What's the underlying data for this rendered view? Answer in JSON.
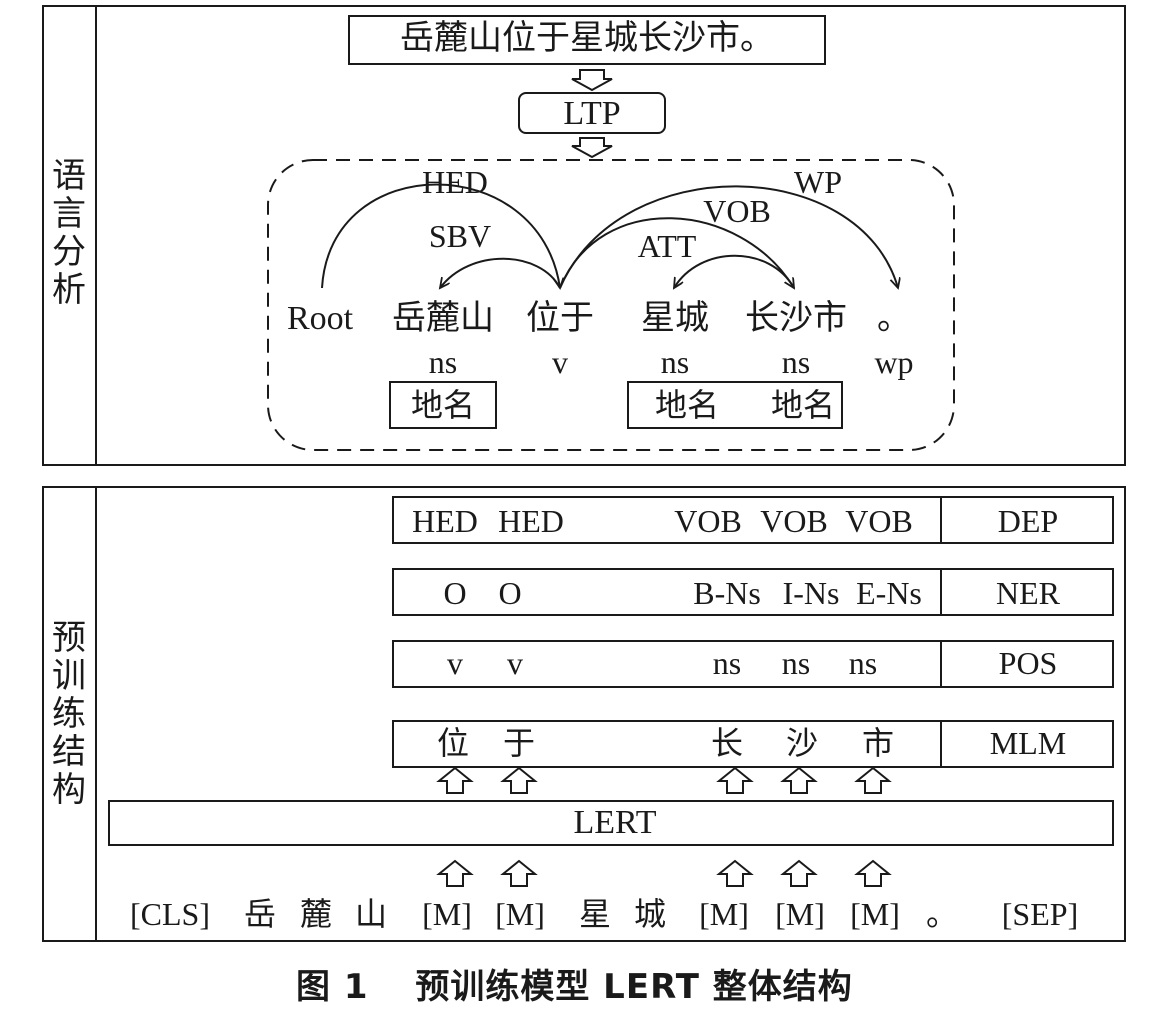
{
  "top_panel": {
    "side_label": "语言分析",
    "input_sentence": "岳麓山位于星城长沙市。",
    "tool": "LTP",
    "arcs": {
      "hed": "HED",
      "sbv": "SBV",
      "wp": "WP",
      "vob": "VOB",
      "att": "ATT"
    },
    "tokens": [
      {
        "word": "Root",
        "pos": ""
      },
      {
        "word": "岳麓山",
        "pos": "ns"
      },
      {
        "word": "位于",
        "pos": "v"
      },
      {
        "word": "星城",
        "pos": "ns"
      },
      {
        "word": "长沙市",
        "pos": "ns"
      },
      {
        "word": "。",
        "pos": "wp"
      }
    ],
    "entity_tag": "地名"
  },
  "bottom_panel": {
    "side_label": "预训练结构",
    "rows": [
      {
        "task": "DEP",
        "labels": [
          "HED",
          "HED",
          "VOB",
          "VOB",
          "VOB"
        ]
      },
      {
        "task": "NER",
        "labels": [
          "O",
          "O",
          "B-Ns",
          "I-Ns",
          "E-Ns"
        ]
      },
      {
        "task": "POS",
        "labels": [
          "v",
          "v",
          "ns",
          "ns",
          "ns"
        ]
      },
      {
        "task": "MLM",
        "labels": [
          "位",
          "于",
          "长",
          "沙",
          "市"
        ]
      }
    ],
    "model": "LERT",
    "input_tokens": [
      "[CLS]",
      "岳",
      "麓",
      "山",
      "[M]",
      "[M]",
      "星",
      "城",
      "[M]",
      "[M]",
      "[M]",
      "。",
      "[SEP]"
    ]
  },
  "caption": {
    "figure_number": "图 1",
    "title": "预训练模型 LERT 整体结构"
  }
}
